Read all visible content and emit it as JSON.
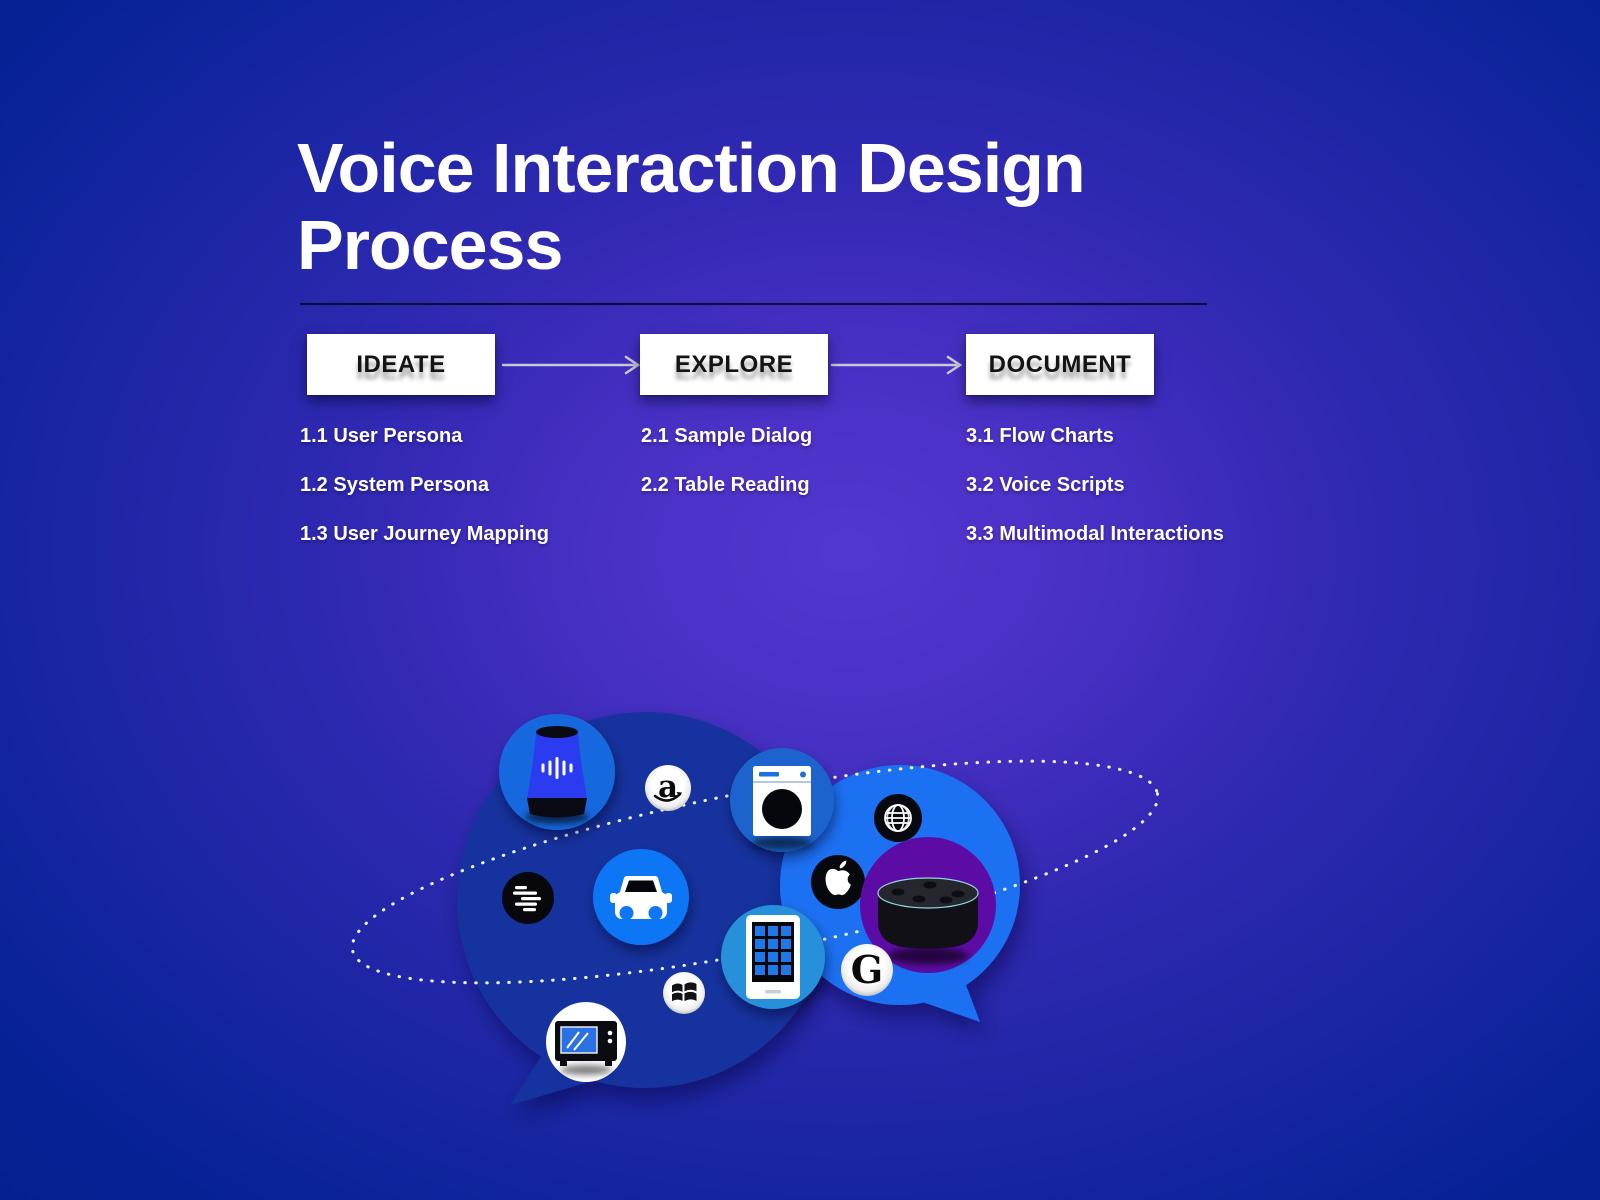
{
  "page": {
    "title": "Voice Interaction Design Process"
  },
  "stages": [
    {
      "label": "IDEATE",
      "items": [
        "1.1 User Persona",
        "1.2 System Persona",
        "1.3 User Journey Mapping"
      ]
    },
    {
      "label": "EXPLORE",
      "items": [
        "2.1 Sample Dialog",
        "2.2 Table Reading"
      ]
    },
    {
      "label": "DOCUMENT",
      "items": [
        "3.1 Flow Charts",
        "3.2 Voice Scripts",
        "3.3 Multimodal Interactions"
      ]
    }
  ],
  "illustration": {
    "amazon_letter": "a",
    "google_letter": "G",
    "icons": [
      "smart-speaker-icon",
      "amazon-logo-icon",
      "washing-machine-icon",
      "globe-icon",
      "apple-logo-icon",
      "car-icon",
      "voice-lines-icon",
      "echo-dot-icon",
      "smartphone-icon",
      "google-logo-icon",
      "windows-logo-icon",
      "microwave-icon"
    ]
  },
  "colors": {
    "background_center": "#5336ce",
    "background_edge": "#03218e",
    "bubble_left": "#14339E",
    "bubble_right": "#1B6FF2",
    "speaker_badge": "#1668DF",
    "washer_badge": "#1C63CE",
    "car_badge": "#0F76F5",
    "phone_badge": "#2590DA",
    "echo_badge": "#5C0CA4",
    "box_background": "#FFFFFF",
    "box_text": "#141414",
    "list_text": "#FFFFFF",
    "arrow": "#C7CBD6"
  }
}
